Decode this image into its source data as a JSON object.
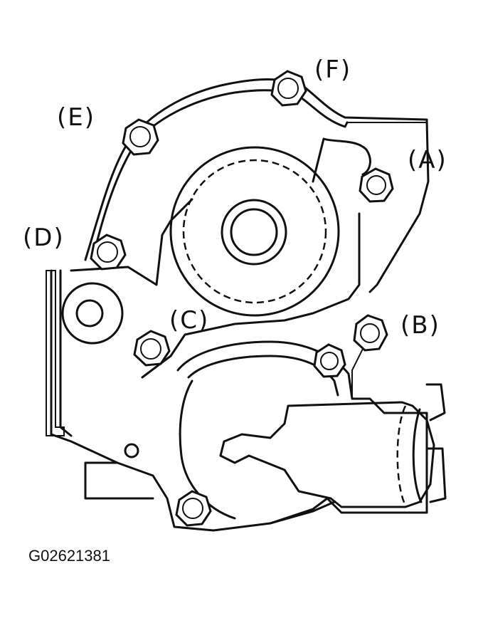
{
  "callouts": {
    "a": "(A)",
    "b": "(B)",
    "c": "(C)",
    "d": "(D)",
    "e": "(E)",
    "f": "(F)"
  },
  "figure_code": "G02621381",
  "icons": [
    "water-pump-icon",
    "bolt-icon"
  ]
}
